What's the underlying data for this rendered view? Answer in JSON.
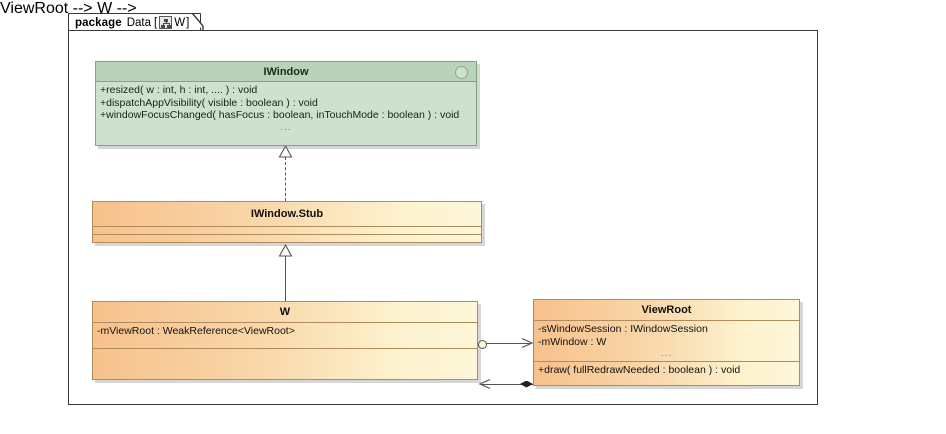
{
  "diagram": {
    "type": "uml-class-diagram",
    "package": {
      "keyword": "package",
      "name": "Data",
      "bracket_open": "[",
      "bracket_close": "]",
      "diagram_label": "W",
      "icon": "class-diagram-icon"
    }
  },
  "classes": {
    "iwindow": {
      "name": "IWindow",
      "stereotype_icon": "interface-circle-icon",
      "operations": [
        "+resized( w : int, h : int, .... ) : void",
        "+dispatchAppVisibility( visible : boolean ) : void",
        "+windowFocusChanged( hasFocus : boolean, inTouchMode : boolean ) : void"
      ],
      "more": "...",
      "header_color": "#b9d2b9",
      "body_color": "#cfe0cf",
      "border_color": "#7fa47f"
    },
    "stub": {
      "name": "IWindow.Stub",
      "attributes": [],
      "operations": [],
      "header_color": "#f7c18c",
      "border_color": "#b08b5d"
    },
    "w": {
      "name": "W",
      "attributes": [
        "-mViewRoot : WeakReference<ViewRoot>"
      ],
      "operations": [],
      "header_color": "#f7c18c",
      "border_color": "#b08b5d"
    },
    "viewroot": {
      "name": "ViewRoot",
      "attributes": [
        "-sWindowSession : IWindowSession",
        "-mWindow : W"
      ],
      "more": "...",
      "operations": [
        "+draw( fullRedrawNeeded : boolean ) : void"
      ],
      "header_color": "#f7c18c",
      "border_color": "#b08b5d"
    }
  },
  "relationships": [
    {
      "id": "realization-stub-iwindow",
      "kind": "realization",
      "style": "dashed-with-hollow-triangle",
      "from": "IWindow.Stub",
      "to": "IWindow"
    },
    {
      "id": "generalization-w-stub",
      "kind": "generalization",
      "style": "solid-with-hollow-triangle",
      "from": "W",
      "to": "IWindow.Stub"
    },
    {
      "id": "association-w-viewroot",
      "kind": "association",
      "style": "solid-open-arrow",
      "from": "W",
      "to": "ViewRoot"
    },
    {
      "id": "composition-viewroot-w",
      "kind": "composition",
      "style": "filled-diamond-open-arrow",
      "from": "ViewRoot",
      "to": "W"
    }
  ]
}
